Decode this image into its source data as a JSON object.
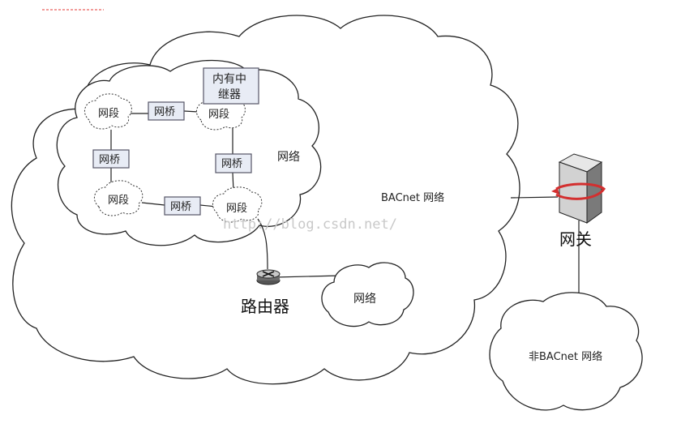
{
  "labels": {
    "segment": "网段",
    "bridge": "网桥",
    "repeater_line1": "内有中",
    "repeater_line2": "继器",
    "inner_network": "网络",
    "bacnet_network": "BACnet 网络",
    "router": "路由器",
    "small_network": "网络",
    "gateway": "网关",
    "non_bacnet_network": "非BACnet 网络",
    "watermark": "http://blog.csdn.net/"
  },
  "colors": {
    "line": "#222222",
    "bridge_fill": "#e8ecf5",
    "watermark": "#c9c9c9",
    "top_red_dash": "#e53935",
    "gateway_arrow": "#d32f2f"
  },
  "icons": {
    "router": "router-icon",
    "gateway": "server-icon"
  }
}
